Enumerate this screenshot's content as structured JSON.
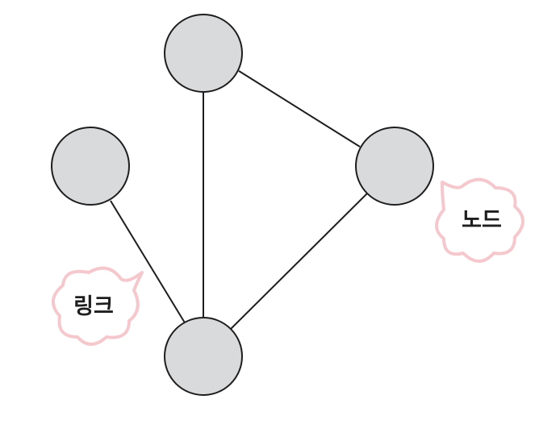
{
  "diagram": {
    "type": "network-graph",
    "node_fill": "#d9dadc",
    "stroke_color": "#1e1e1e",
    "bubble_border_color": "#f4c8cc",
    "nodes": [
      "top",
      "left",
      "right",
      "bottom"
    ],
    "edges": [
      [
        "top",
        "bottom"
      ],
      [
        "top",
        "right"
      ],
      [
        "left",
        "bottom"
      ],
      [
        "right",
        "bottom"
      ]
    ],
    "callouts": {
      "node_label": "노드",
      "link_label": "링크"
    }
  }
}
